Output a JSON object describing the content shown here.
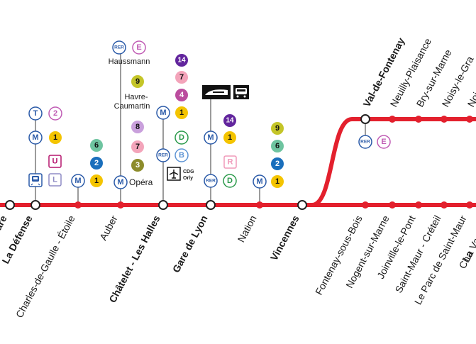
{
  "colors": {
    "line": "#e3202d",
    "rer": "#2a5aa8",
    "tram": "#2a5aa8",
    "e": "#c05bb4",
    "m1": "#f4c400",
    "m2": "#1a6fbc",
    "m4": "#bb4c9e",
    "m6": "#6ec4a0",
    "m7": "#f3a4ba",
    "m8": "#c9a0dc",
    "m9": "#c4c528",
    "m3": "#8d8c2b",
    "m14": "#62259d",
    "d": "#2b9a4b",
    "b": "#5f95d5",
    "u": "#b5166e",
    "l": "#8f8cc5",
    "t2": "#c05bb4",
    "r": "#f09aba"
  },
  "stations": {
    "la_defense": "La Défense",
    "cdg_etoile": "Charles-de-Gaulle - Étoile",
    "auber": "Auber",
    "chatelet": "Châtelet - Les Halles",
    "gare_de_lyon": "Gare de Lyon",
    "nation": "Nation",
    "vincennes": "Vincennes",
    "val_de_fontenay": "Val-de-Fontenay",
    "neuilly_plaisance": "Neuilly-Plaisance",
    "bry_sur_marne": "Bry-sur-Marne",
    "noisy_le_grand": "Noisy-le-Gra",
    "noisy_cut": "Noi",
    "fontenay_sous_bois": "Fontenay-sous-Bois",
    "nogent_sur_marne": "Nogent-sur-Marne",
    "joinville_le_pont": "Joinville-le-Pont",
    "saint_maur_creteil": "Saint-Maur - Créteil",
    "le_parc_de_saint_maur": "Le Parc de Saint-Maur",
    "la_varenne": "La Varenne",
    "champigny": "Cha",
    "left_cut": "are"
  },
  "labels": {
    "haussmann": "Haussmann",
    "havre": "Havre-",
    "caumartin": "Caumartin",
    "opera": "Opéra",
    "cdg": "CDG",
    "orly": "Orly"
  },
  "badges": {
    "rer": "RER",
    "e": "E",
    "t": "T",
    "t2": "2",
    "m": "M",
    "m1": "1",
    "m2": "2",
    "m3": "3",
    "m4": "4",
    "m6": "6",
    "m7": "7",
    "m8": "8",
    "m9": "9",
    "m14": "14",
    "u": "U",
    "l": "L",
    "d": "D",
    "b": "B",
    "r": "R"
  },
  "icons": {
    "train": "train-icon",
    "tgv": "tgv-icon",
    "bus": "bus-icon",
    "plane": "airplane-icon"
  }
}
